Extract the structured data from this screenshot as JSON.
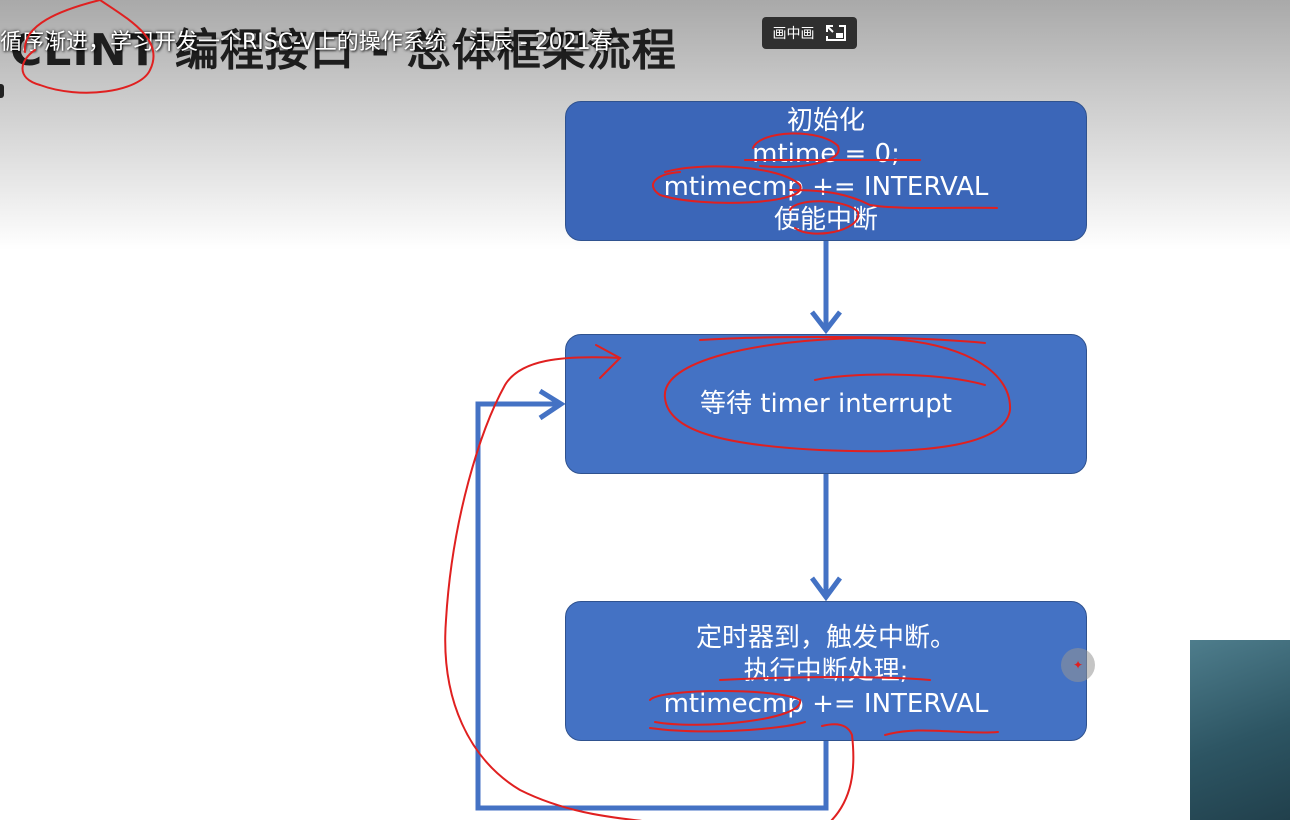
{
  "slide": {
    "title": "CLINT 编程接口 - 总体框架流程"
  },
  "video": {
    "title": "循序渐进，学习开发一个RISC-V上的操作系统 - 汪辰 - 2021春"
  },
  "pip": {
    "label": "画中画",
    "icon": "pip-icon"
  },
  "flowchart": {
    "box1": {
      "lines": [
        "初始化",
        "mtime = 0;",
        "mtimecmp += INTERVAL",
        "使能中断"
      ]
    },
    "box2": {
      "lines": [
        "等待 timer interrupt"
      ]
    },
    "box3": {
      "lines": [
        "定时器到，触发中断。",
        "执行中断处理;",
        "mtimecmp += INTERVAL"
      ]
    }
  },
  "colors": {
    "box_fill": "#4472c4",
    "box_border": "#2f528f",
    "annotation": "#e02020",
    "arrow": "#4472c4"
  }
}
